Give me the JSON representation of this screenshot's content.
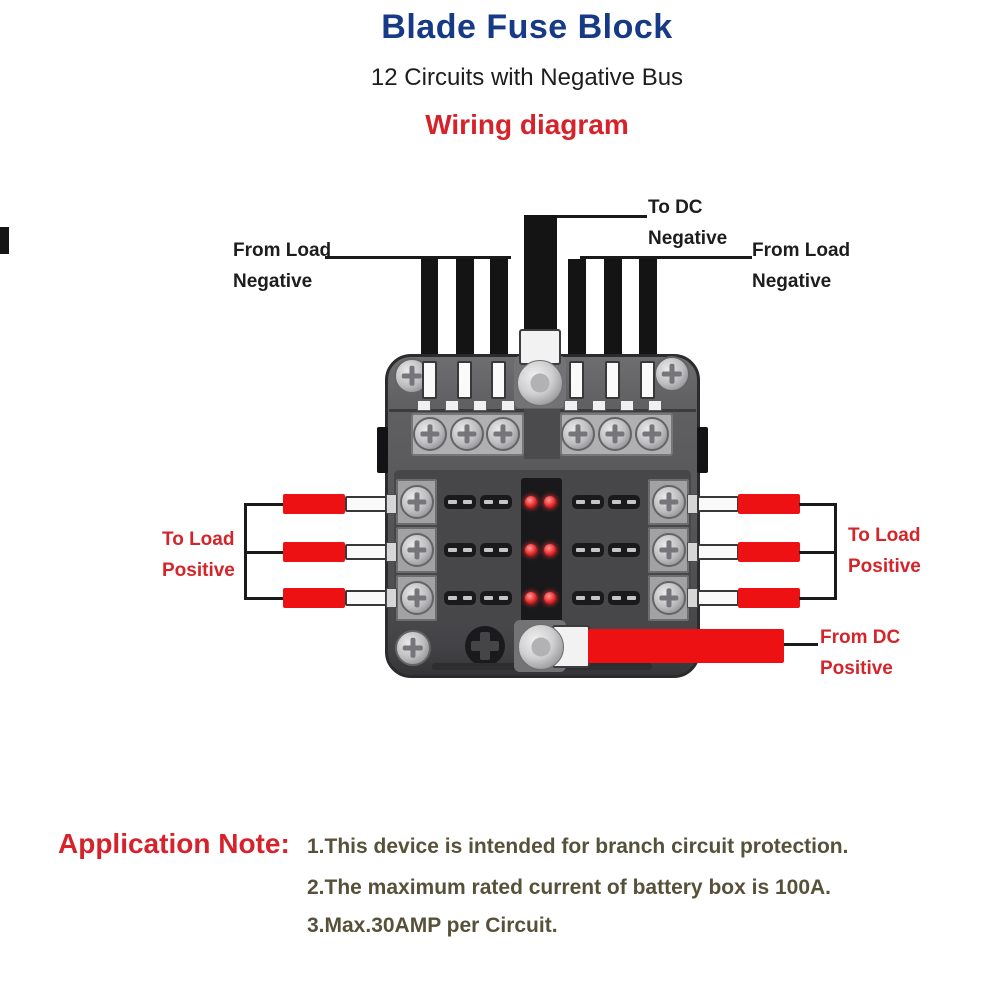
{
  "header": {
    "title": "Blade Fuse Block",
    "subtitle": "12 Circuits with Negative Bus",
    "diagram_label": "Wiring diagram"
  },
  "labels": {
    "from_load_negative_left": {
      "line1": "From Load",
      "line2": "Negative"
    },
    "to_dc_negative": {
      "line1": "To DC",
      "line2": "Negative"
    },
    "from_load_negative_right": {
      "line1": "From Load",
      "line2": "Negative"
    },
    "to_load_positive_left": {
      "line1": "To Load",
      "line2": "Positive"
    },
    "to_load_positive_right": {
      "line1": "To Load",
      "line2": "Positive"
    },
    "from_dc_positive": {
      "line1": "From DC",
      "line2": "Positive"
    }
  },
  "application_note": {
    "heading": "Application Note:",
    "items": [
      "1.This device is intended for branch circuit protection.",
      "2.The maximum rated current of battery box is 100A.",
      "3.Max.30AMP per Circuit."
    ]
  },
  "colors": {
    "title_blue": "#173a86",
    "heading_red": "#d6222a",
    "label_red": "#d4252a",
    "label_black": "#1d1d1d",
    "note_text": "#575139",
    "wire_red": "#ee1114",
    "wire_black": "#141414",
    "led_red": "#e82a2a",
    "body_gray": "#555557"
  }
}
